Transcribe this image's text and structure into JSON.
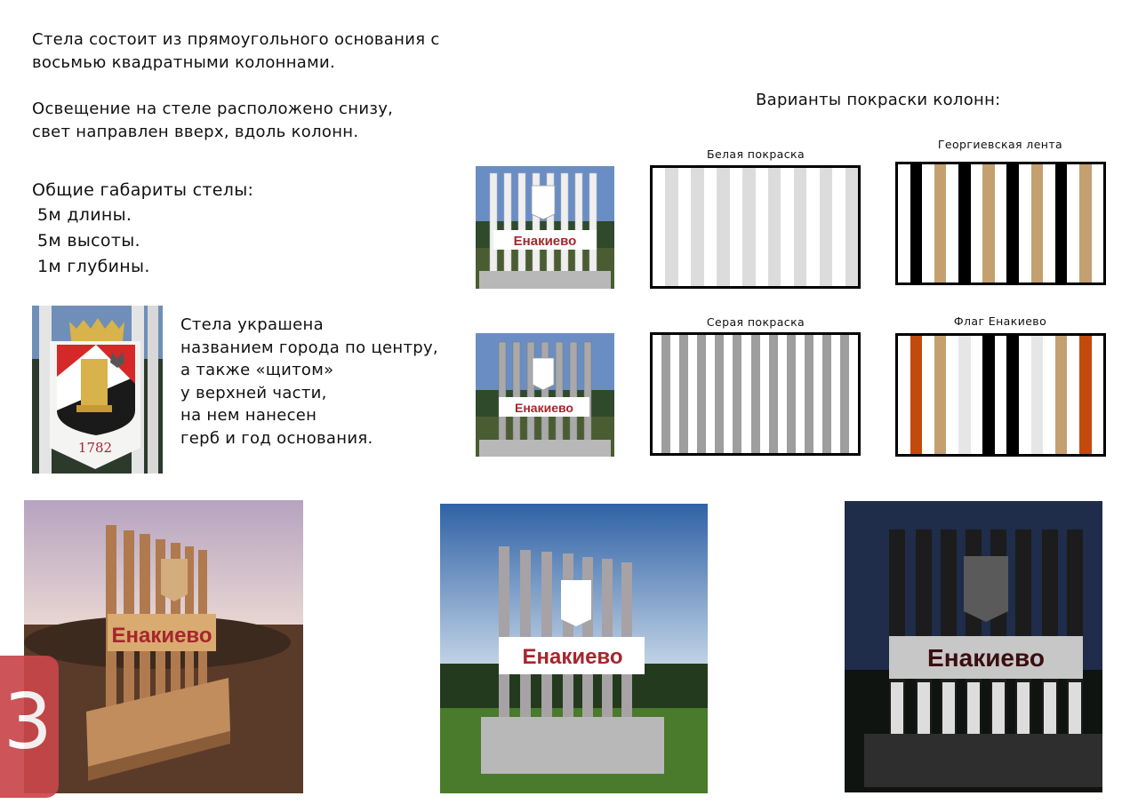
{
  "description": {
    "p1": "Стела состоит из прямоугольного основания с\nвосьмью квадратными колоннами.",
    "p2": "Освещение на стеле расположено снизу,\nсвет направлен вверх, вдоль колонн.",
    "dims_title": "Общие габариты стелы:",
    "dims": [
      "5м длины.",
      "5м высоты.",
      "1м глубины."
    ],
    "decor": "Стела украшена\nназванием города по центру,\nа также «щитом»\nу верхней части,\nна нем нанесен\nгерб и год основания."
  },
  "emblem": {
    "year": "1782"
  },
  "variants": {
    "title": "Варианты покраски колонн:",
    "items": [
      {
        "label": "Белая покраска",
        "colors": [
          "#ffffff",
          "#dcdcdc",
          "#ffffff",
          "#dcdcdc",
          "#ffffff",
          "#dcdcdc",
          "#ffffff",
          "#dcdcdc",
          "#ffffff",
          "#dcdcdc",
          "#ffffff",
          "#dcdcdc",
          "#ffffff",
          "#dcdcdc",
          "#ffffff",
          "#dcdcdc"
        ]
      },
      {
        "label": "Георгиевская лента",
        "colors": [
          "#ffffff",
          "#000000",
          "#ffffff",
          "#c4a071",
          "#ffffff",
          "#000000",
          "#ffffff",
          "#c4a071",
          "#ffffff",
          "#000000",
          "#ffffff",
          "#c4a071",
          "#ffffff",
          "#000000",
          "#ffffff",
          "#c4a071",
          "#ffffff"
        ]
      },
      {
        "label": "Серая покраска",
        "colors": [
          "#ffffff",
          "#9e9e9e",
          "#ffffff",
          "#9e9e9e",
          "#ffffff",
          "#9e9e9e",
          "#ffffff",
          "#9e9e9e",
          "#ffffff",
          "#9e9e9e",
          "#ffffff",
          "#9e9e9e",
          "#ffffff",
          "#9e9e9e",
          "#ffffff",
          "#9e9e9e",
          "#ffffff",
          "#9e9e9e",
          "#ffffff",
          "#9e9e9e",
          "#ffffff",
          "#9e9e9e",
          "#ffffff"
        ]
      },
      {
        "label": "Флаг Енакиево",
        "colors": [
          "#ffffff",
          "#c24a0c",
          "#ffffff",
          "#c4a071",
          "#ffffff",
          "#e6e6e6",
          "#ffffff",
          "#000000",
          "#ffffff",
          "#000000",
          "#ffffff",
          "#e6e6e6",
          "#ffffff",
          "#c4a071",
          "#ffffff",
          "#c24a0c",
          "#ffffff"
        ]
      }
    ]
  },
  "render_label": "Енакиево",
  "page_number": "3",
  "colors": {
    "sign_red": "#a6262e",
    "page_badge": "#c9464a"
  }
}
